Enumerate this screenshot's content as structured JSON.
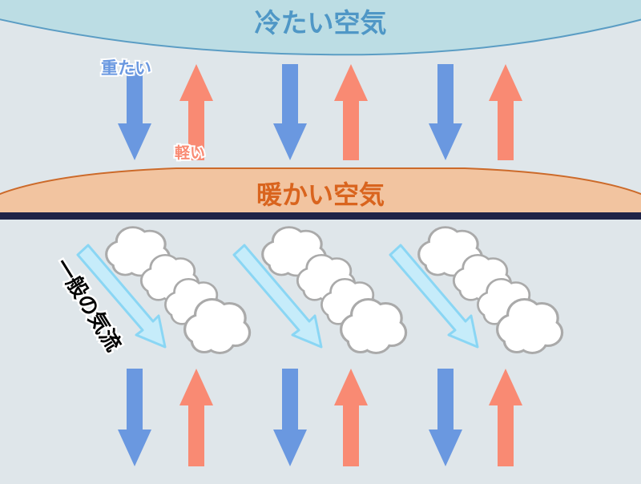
{
  "labels": {
    "cold_air": "冷たい空気",
    "heavy": "重たい",
    "light": "軽い",
    "warm_air": "暖かい空気",
    "general_flow": "一般の気流"
  },
  "colors": {
    "background": "#dfe6ea",
    "cold_air_fill": "#bcdde4",
    "cold_air_stroke": "#5b9dc4",
    "cold_air_text": "#4f97c6",
    "warm_air_fill": "#f2c4a0",
    "warm_air_stroke": "#cc6a2a",
    "warm_air_text": "#d9641e",
    "divider": "#1f2347",
    "down_arrow": "#6a98e0",
    "up_arrow": "#f98a73",
    "flow_arrow_fill": "#c6ecfa",
    "flow_arrow_stroke": "#8ad6f4",
    "cloud_fill": "#ffffff",
    "cloud_stroke": "#aaaaaa"
  },
  "icons": {
    "down": "arrow-down-icon",
    "up": "arrow-up-icon",
    "cloud": "cloud-icon",
    "flow": "diagonal-arrow-icon"
  }
}
